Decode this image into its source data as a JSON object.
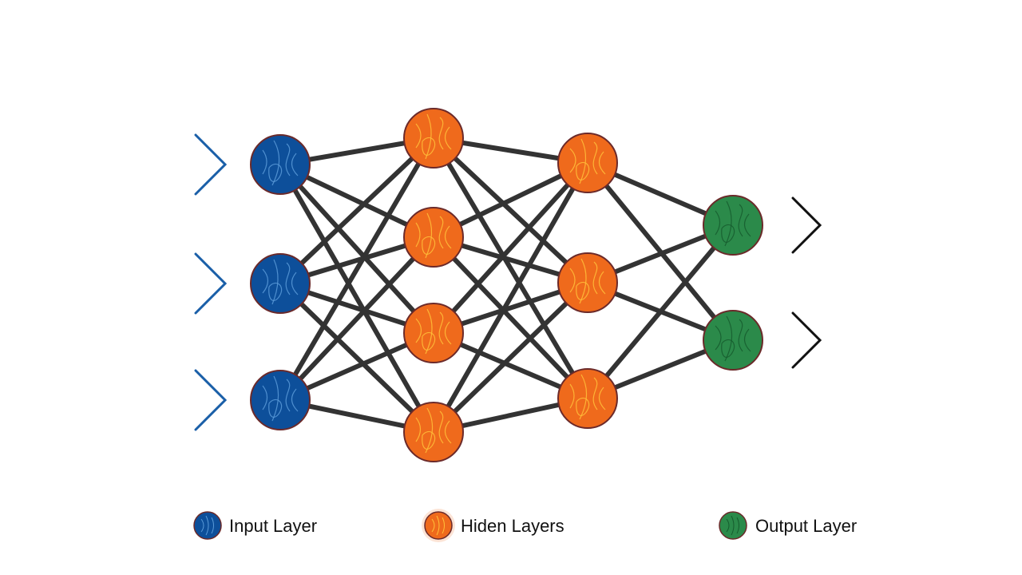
{
  "legend": {
    "input": {
      "label": "Input Layer",
      "color": "#0d4f9a"
    },
    "hidden": {
      "label": "Hiden Layers",
      "color": "#ef6a1c"
    },
    "output": {
      "label": "Output Layer",
      "color": "#2b8a4a"
    }
  },
  "network": {
    "layers": [
      {
        "role": "input",
        "count": 3,
        "color": "#0d4f9a",
        "pattern": "#5a9ad8",
        "arrow": "#1a5fa8"
      },
      {
        "role": "hidden",
        "count": 4,
        "color": "#ef6a1c",
        "pattern": "#ffc03a"
      },
      {
        "role": "hidden",
        "count": 3,
        "color": "#ef6a1c",
        "pattern": "#ffc03a"
      },
      {
        "role": "output",
        "count": 2,
        "color": "#2b8a4a",
        "pattern": "#165c2e",
        "arrow": "#111111"
      }
    ],
    "edge_color": "#333333",
    "node_outline": "#6b2a2a"
  }
}
